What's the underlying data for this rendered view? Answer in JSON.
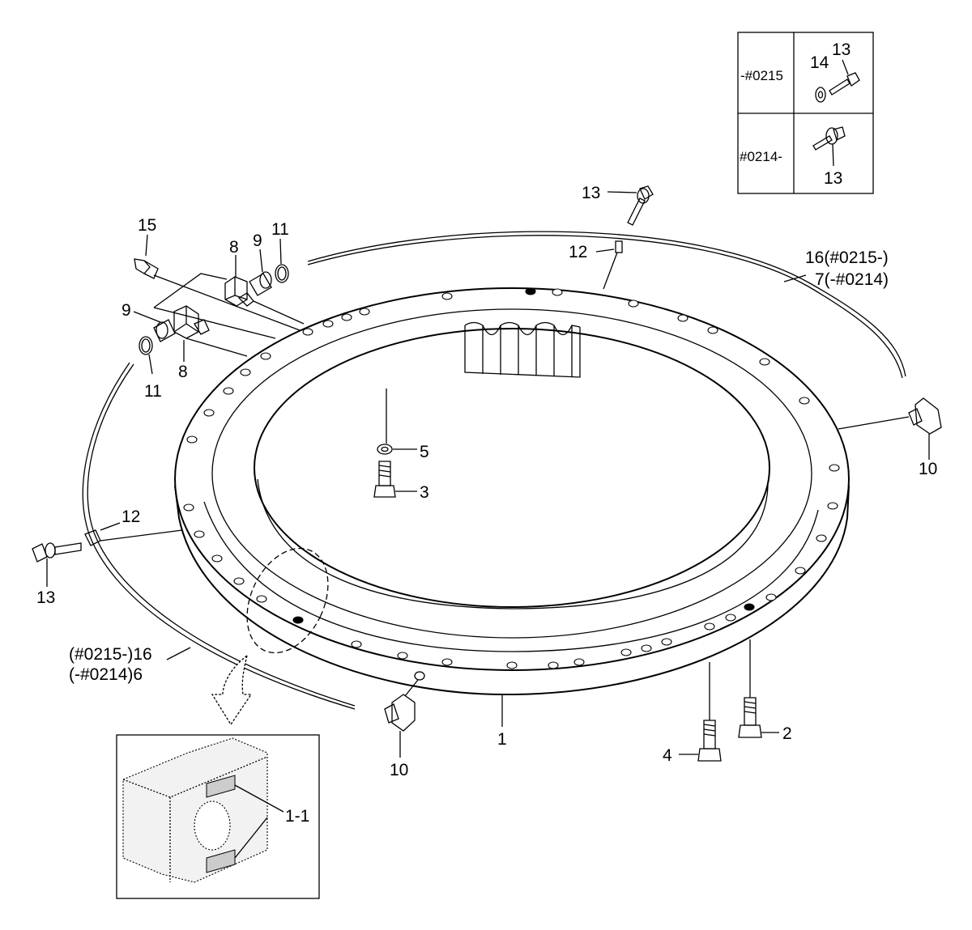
{
  "labels": {
    "l1": "1",
    "l1_1": "1-1",
    "l2": "2",
    "l3": "3",
    "l4": "4",
    "l5": "5",
    "l8a": "8",
    "l8b": "8",
    "l9a": "9",
    "l9b": "9",
    "l10a": "10",
    "l10b": "10",
    "l11a": "11",
    "l11b": "11",
    "l12a": "12",
    "l12b": "12",
    "l13a": "13",
    "l13b": "13",
    "l15": "15",
    "l16_top_1": "16(#0215-)",
    "l16_top_2": "7(-#0214)",
    "l16_left_1": "(#0215-)16",
    "l16_left_2": "(-#0214)6"
  },
  "inset_table": {
    "row1_serial": "-#0215",
    "row1_part_a": "14",
    "row1_part_b": "13",
    "row2_serial": "#0214-",
    "row2_part": "13"
  }
}
